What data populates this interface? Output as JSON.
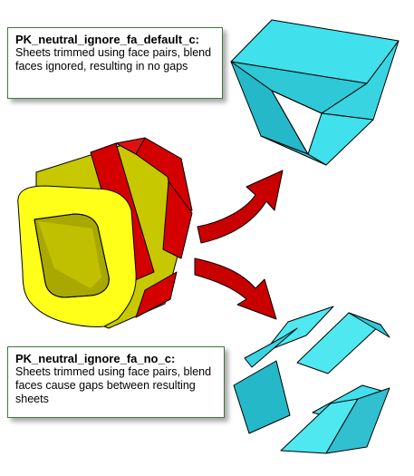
{
  "callouts": {
    "default": {
      "title": "PK_neutral_ignore_fa_default_c:",
      "body": "Sheets trimmed using face pairs, blend faces ignored, resulting in no gaps"
    },
    "no": {
      "title": "PK_neutral_ignore_fa_no_c:",
      "body": "Sheets trimmed using face pairs, blend faces cause gaps between resulting sheets"
    }
  },
  "colors": {
    "callout_border": "#3c7a3c",
    "solid_side": "#c8c800",
    "solid_end": "#ffff1a",
    "blend_band": "#d40000",
    "arrow": "#c80000",
    "sheet_light": "#4fe8f0",
    "sheet_dark": "#25b8c8"
  }
}
